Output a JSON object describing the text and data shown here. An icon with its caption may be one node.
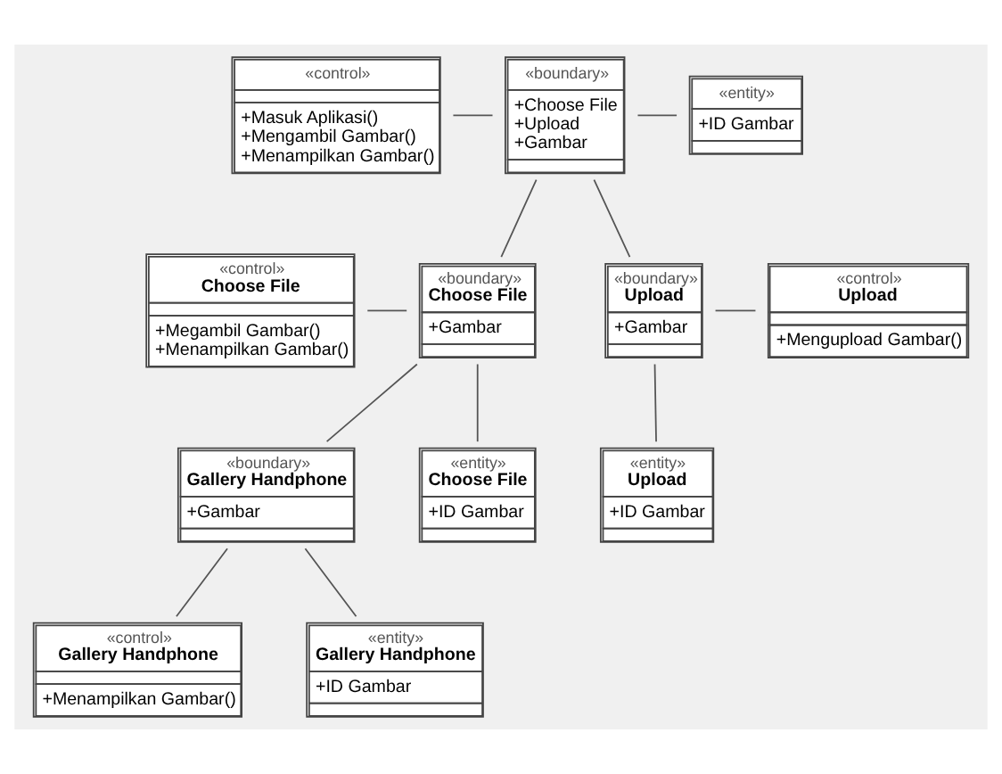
{
  "diagram": {
    "nodes": [
      {
        "text": [
          "«control»",
          "+Masuk Aplikasi()",
          "+Mengambil Gambar()",
          "+Menampilkan Gambar()"
        ]
      },
      {
        "text": [
          "«boundary»",
          "+Choose File",
          "+Upload",
          "+Gambar"
        ]
      },
      {
        "text": [
          "«entity»",
          "+ID Gambar"
        ]
      },
      {
        "text": [
          "«control»",
          "Choose File",
          "+Megambil Gambar()",
          "+Menampilkan Gambar()"
        ]
      },
      {
        "text": [
          "«boundary»",
          "Choose File",
          "+Gambar"
        ]
      },
      {
        "text": [
          "«boundary»",
          "Upload",
          "+Gambar"
        ]
      },
      {
        "text": [
          "«control»",
          "Upload",
          "+Mengupload Gambar()"
        ]
      },
      {
        "text": [
          "«entity»",
          "Choose File",
          "+ID Gambar"
        ]
      },
      {
        "text": [
          "«boundary»",
          "Gallery Handphone",
          "+Gambar"
        ]
      },
      {
        "text": [
          "«entity»",
          "Upload",
          "+ID Gambar"
        ]
      },
      {
        "text": [
          "«control»",
          "Gallery Handphone",
          "+Menampilkan Gambar()"
        ]
      },
      {
        "text": [
          "«entity»",
          "Gallery Handphone",
          "+ID Gambar"
        ]
      }
    ],
    "edges": [
      {
        "from": 0,
        "to": 1,
        "arrow": "none"
      },
      {
        "from": 1,
        "to": 2,
        "arrow": "none"
      },
      {
        "from": 1,
        "to": 4,
        "arrow": "none"
      },
      {
        "from": 1,
        "to": 5,
        "arrow": "none"
      },
      {
        "from": 3,
        "to": 4,
        "arrow": "none"
      },
      {
        "from": 5,
        "to": 6,
        "arrow": "none"
      },
      {
        "from": 4,
        "to": 7,
        "arrow": "none"
      },
      {
        "from": 4,
        "to": 8,
        "arrow": "none"
      },
      {
        "from": 5,
        "to": 9,
        "arrow": "none"
      },
      {
        "from": 8,
        "to": 10,
        "arrow": "none"
      },
      {
        "from": 8,
        "to": 11,
        "arrow": "none"
      }
    ]
  }
}
